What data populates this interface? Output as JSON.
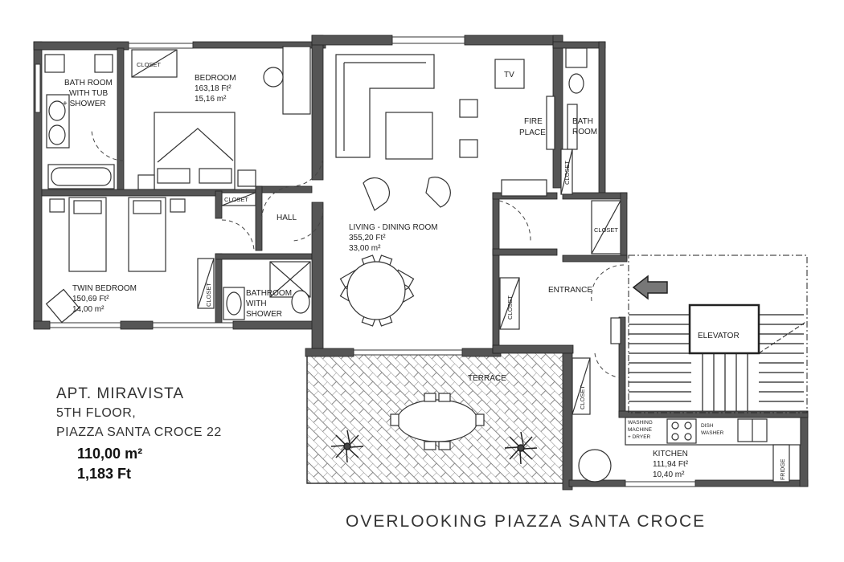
{
  "rooms": {
    "closet_bedroom": "CLOSET",
    "bath_tub": [
      "BATH ROOM",
      "WITH TUB",
      "+  SHOWER"
    ],
    "bedroom": {
      "name": "BEDROOM",
      "ft": "163,18 Ft²",
      "m": "15,16 m²"
    },
    "closet_hall": "CLOSET",
    "hall": "HALL",
    "twin": {
      "name": "TWIN BEDROOM",
      "ft": "150,69 Ft²",
      "m": "14,00 m²"
    },
    "closet_twin": "CLOSET",
    "bath_shower": [
      "BATHROOM",
      "WITH",
      "SHOWER"
    ],
    "living": {
      "name": "LIVING - DINING ROOM",
      "ft": "355,20 Ft²",
      "m": "33,00 m²"
    },
    "tv": "TV",
    "fireplace": [
      "FIRE",
      "PLACE"
    ],
    "bath_small": [
      "BATH",
      "ROOM"
    ],
    "closet_bath": "CLOSET",
    "closet_entrance_right": "CLOSET",
    "entrance": "ENTRANCE",
    "closet_entrance_left": "CLOSET",
    "elevator": "ELEVATOR",
    "terrace": "TERRACE",
    "closet_kitchen": "CLOSET",
    "washing": [
      "WASHING",
      "MACHINE",
      "+ DRYER"
    ],
    "dishwasher": [
      "DISH",
      "WASHER"
    ],
    "kitchen": {
      "name": "KITCHEN",
      "ft": "111,94 Ft²",
      "m": "10,40 m²"
    },
    "fridge": "FRIDGE"
  },
  "info": {
    "name": "APT.  MIRAVISTA",
    "floor": "5TH FLOOR,",
    "address": "PIAZZA  SANTA  CROCE  22",
    "area_m": "110,00 m²",
    "area_ft": "1,183 Ft"
  },
  "caption": "OVERLOOKING  PIAZZA  SANTA  CROCE"
}
